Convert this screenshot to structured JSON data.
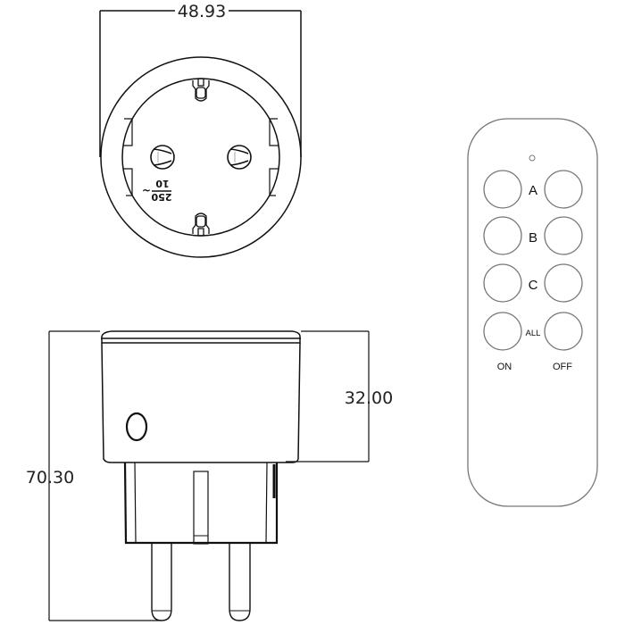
{
  "dimensions": {
    "width": "48.93",
    "body_height": "32.00",
    "total_height": "70.30"
  },
  "socket_marking": {
    "current": "10",
    "voltage": "250",
    "symbol": "~"
  },
  "remote": {
    "led_icon": "led-indicator",
    "rows": [
      {
        "label": "A"
      },
      {
        "label": "B"
      },
      {
        "label": "C"
      },
      {
        "label": "ALL"
      }
    ],
    "on_label": "ON",
    "off_label": "OFF"
  },
  "colors": {
    "line": "#111111",
    "remote_outline": "#777777",
    "background": "#ffffff"
  }
}
